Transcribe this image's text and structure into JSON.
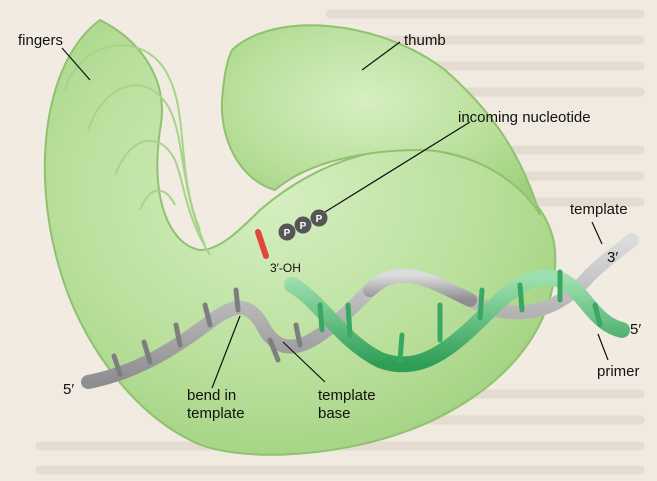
{
  "labels": {
    "fingers": "fingers",
    "thumb": "thumb",
    "incoming_nucleotide": "incoming nucleotide",
    "three_oh": "3′-OH",
    "template_top": "template",
    "template_3prime": "3′",
    "primer_5prime": "5′",
    "primer": "primer",
    "template_5prime": "5′",
    "bend_in_template": [
      "bend in",
      "template"
    ],
    "template_base": [
      "template",
      "base"
    ],
    "phosphate": "P"
  },
  "colors": {
    "enzyme_fill": "#b9df9b",
    "enzyme_edge": "#8fc26f",
    "template_strand": "#a9a9ab",
    "primer_strand": "#5cc27a",
    "nucleotide_stick": "#e0463a",
    "phosphate": "#555555"
  }
}
